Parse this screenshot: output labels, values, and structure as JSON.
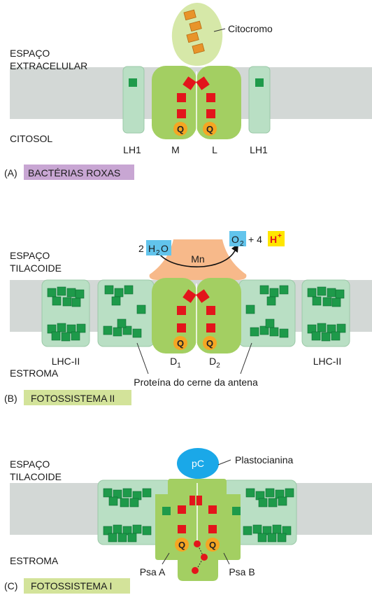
{
  "panelA": {
    "label_top_1": "ESPAÇO",
    "label_top_2": "EXTRACELULAR",
    "label_bottom": "CITOSOL",
    "cytochrome_label": "Citocromo",
    "quinone": "Q",
    "subunits": [
      "LH1",
      "M",
      "L",
      "LH1"
    ],
    "panel_letter": "(A)",
    "panel_title": "BACTÉRIAS ROXAS"
  },
  "panelB": {
    "label_top_1": "ESPAÇO",
    "label_top_2": "TILACOIDE",
    "label_bottom": "ESTROMA",
    "water_coef": "2",
    "water_h": "H",
    "water_sub": "2",
    "water_o": "O",
    "mn": "Mn",
    "oxygen_o": "O",
    "oxygen_sub": "2",
    "plus_four": "+ 4",
    "proton_h": "H",
    "proton_sup": "+",
    "quinone": "Q",
    "lhc_left": "LHC-II",
    "lhc_right": "LHC-II",
    "d1": "D",
    "d1_sub": "1",
    "d2": "D",
    "d2_sub": "2",
    "antenna_label": "Proteína do cerne da antena",
    "panel_letter": "(B)",
    "panel_title": "FOTOSSISTEMA II"
  },
  "panelC": {
    "label_top_1": "ESPAÇO",
    "label_top_2": "TILACOIDE",
    "label_bottom": "ESTROMA",
    "pc": "pC",
    "pc_label": "Plastocianina",
    "quinone": "Q",
    "psa_a": "Psa A",
    "psa_b": "Psa B",
    "panel_letter": "(C)",
    "panel_title": "FOTOSSISTEMA I"
  },
  "colors": {
    "membrane": "#d3d8d6",
    "core_green": "#a3cf62",
    "antenna_green": "#b9dfc4",
    "pigment_green": "#1e9a4a",
    "red_square": "#e3151b",
    "quinone_orange": "#f5a623",
    "cytochrome_bg": "#d6e8a8",
    "heme_orange": "#e8942a",
    "mn_peach": "#f7b98a",
    "water_blue": "#62c4ec",
    "proton_yellow": "#ffe600",
    "proton_red": "#e3151b",
    "pc_blue": "#1aa8e8",
    "title_purple": "#c8a6d3",
    "title_green": "#d3e39a"
  }
}
